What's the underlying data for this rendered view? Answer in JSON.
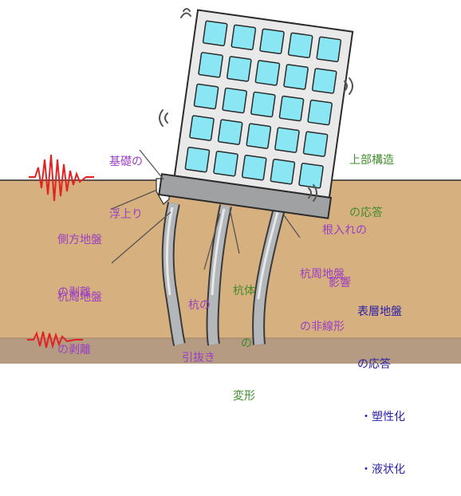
{
  "labels": {
    "foundation_uplift": [
      "基礎の",
      "浮上り"
    ],
    "superstructure_response": [
      "上部構造",
      "の応答"
    ],
    "side_ground_separation": [
      "側方地盤",
      "の剥離"
    ],
    "embedment_effect": [
      "根入れの",
      "影響"
    ],
    "pile_ground_nonlinear": [
      "杭周地盤",
      "の非線形"
    ],
    "pile_ground_separation": [
      "杭周地盤",
      "の剥離"
    ],
    "pile_pullout": [
      "杭の",
      "引抜き"
    ],
    "pile_deformation": [
      "杭体",
      "の",
      "変形"
    ],
    "surface_ground_response": [
      "表層地盤",
      "の応答",
      "・塑性化",
      "・液状化"
    ]
  },
  "colors": {
    "ground": "#d6b07e",
    "bedrock": "#b59b82",
    "building": "#e9e9ea",
    "window": "#89e6f2",
    "foundation": "#9fa1a3",
    "pile": "#b4b7ba",
    "quake": "#e02424",
    "purple_text": "#9b3fc4",
    "green_text": "#3f8c2c",
    "navy_text": "#2a1fa8"
  }
}
